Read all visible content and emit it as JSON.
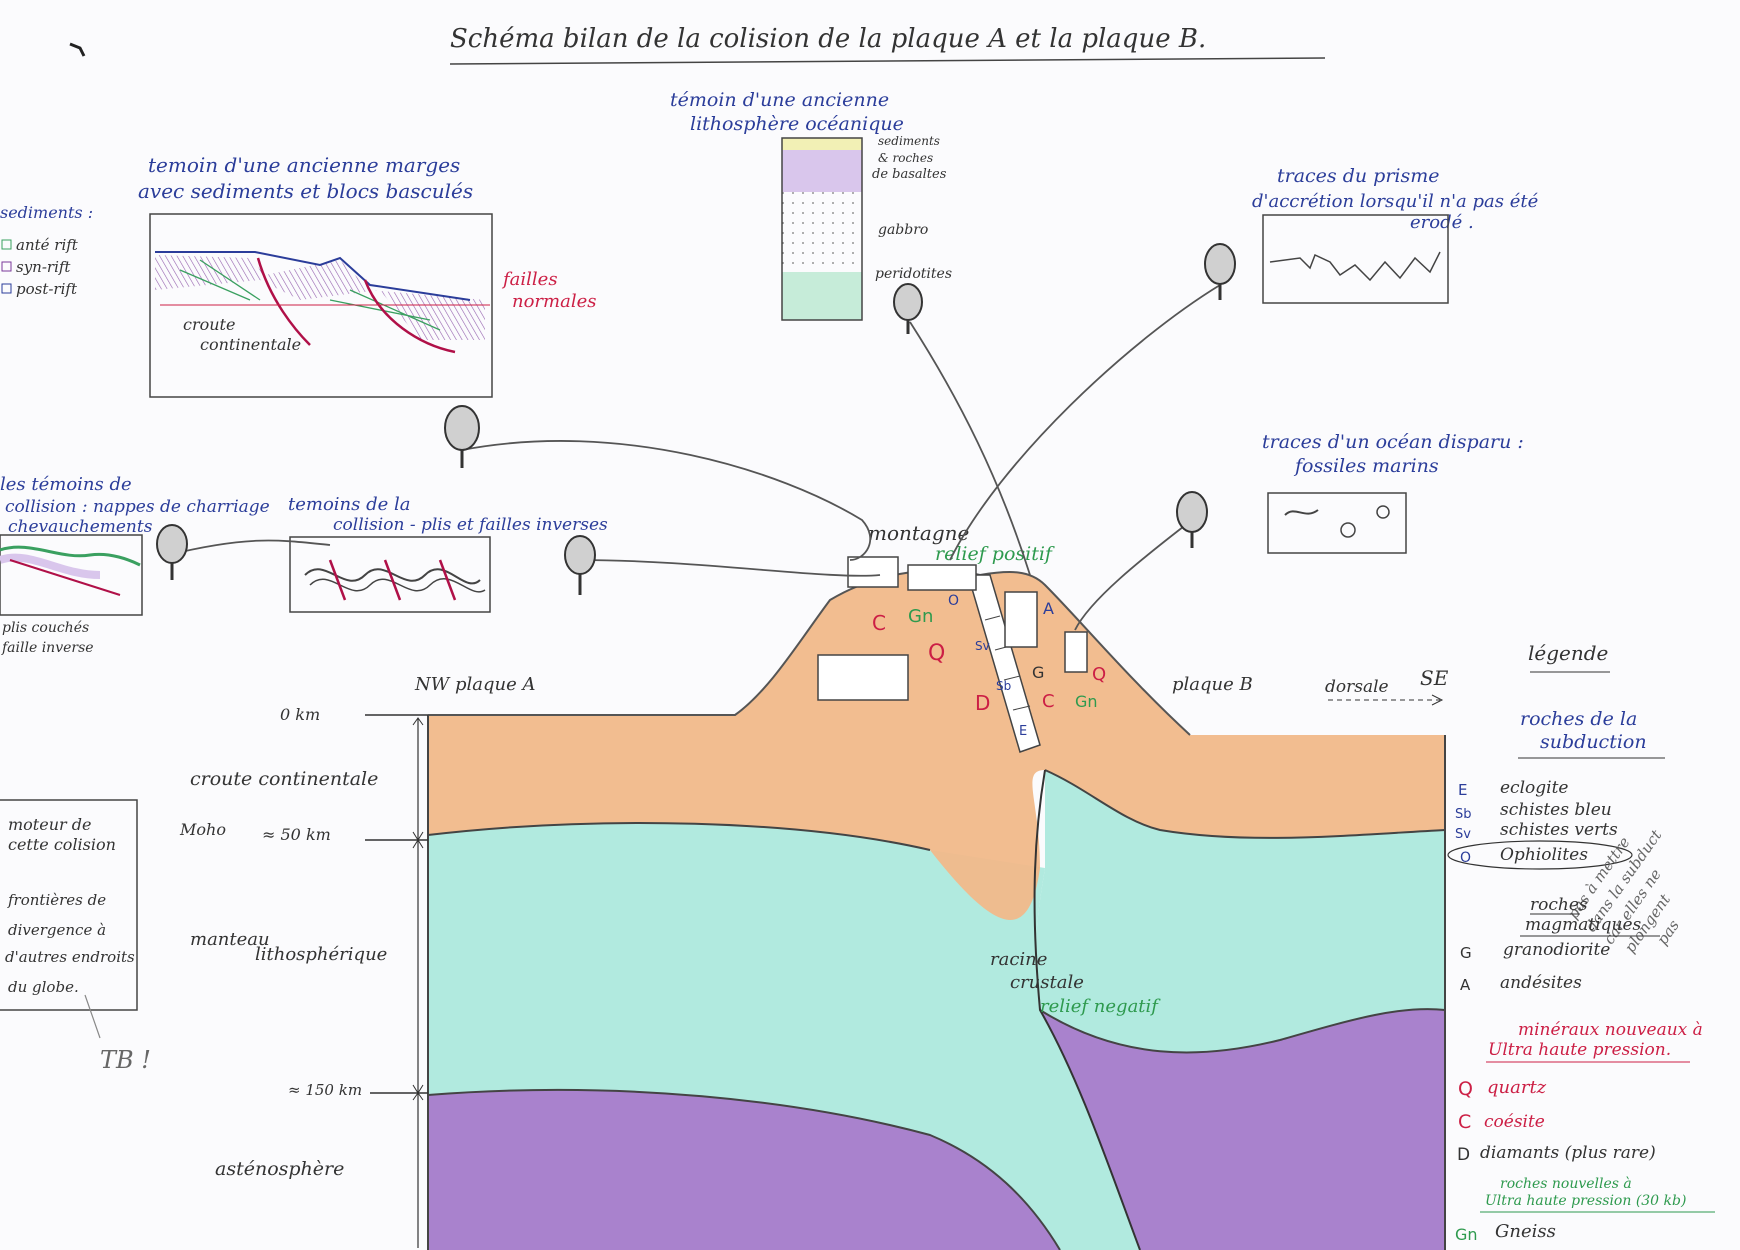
{
  "title": "Schéma bilan de la colision de la plaque A et la plaque B.",
  "colors": {
    "crust": "#f1b98a",
    "mantle": "#a8e8dc",
    "asthenosphere": "#9a6cc4",
    "ink_blue": "#2b3d9a",
    "ink_red": "#cc1f45",
    "ink_green": "#2e9a4e"
  },
  "boxes": {
    "margin": {
      "title_l1": "temoin d'une ancienne marges",
      "title_l2": "avec sediments et blocs basculés",
      "label_l1": "croute",
      "label_l2": "continentale",
      "faults_l1": "failles",
      "faults_l2": "normales"
    },
    "sediments_legend": {
      "title": "sediments :",
      "items": [
        "anté rift",
        "syn-rift",
        "post-rift"
      ]
    },
    "ophiolite": {
      "title_l1": "témoin d'une ancienne",
      "title_l2": "lithosphère océanique",
      "layers": [
        "sediments",
        "& roches",
        "de basaltes",
        "gabbro",
        "peridotites"
      ]
    },
    "prism": {
      "title_l1": "traces du prisme",
      "title_l2": "d'accrétion lorsqu'il n'a pas été",
      "title_l3": "erodé ."
    },
    "ocean": {
      "title_l1": "traces d'un océan disparu :",
      "title_l2": "fossiles marins"
    },
    "collision_left": {
      "title_l1": "les témoins de",
      "title_l2": "collision : nappes de charriage",
      "title_l3": "chevauchements",
      "label_l1": "plis couchés",
      "label_l2": "faille inverse"
    },
    "collision_mid": {
      "title_l1": "temoins de la",
      "title_l2": "collision - plis et failles inverses"
    },
    "left_note": {
      "lines": [
        "moteur de",
        "cette colision",
        "",
        "frontières de",
        "divergence à",
        "d'autres endroits",
        "du globe."
      ],
      "grade": "TB !"
    }
  },
  "section": {
    "mountain": "montagne",
    "relief_pos": "relief positif",
    "nw": "NW plaque A",
    "se_plate": "plaque B",
    "se_dir": "dorsale",
    "se": "SE",
    "root": "racine",
    "root2": "crustale",
    "relief_neg": "relief negatif",
    "depth_0": "0 km",
    "depth_moho_a": "Moho",
    "depth_moho_b": "≈ 50 km",
    "depth_150": "≈ 150 km",
    "layer_crust": "croute continentale",
    "layer_mantle_1": "manteau",
    "layer_mantle_2": "lithosphérique",
    "layer_astheno": "asténosphère",
    "letters": [
      "C",
      "Gn",
      "Q",
      "O",
      "Sv",
      "Sb",
      "E",
      "D",
      "A",
      "G",
      "C",
      "Q",
      "Gn"
    ]
  },
  "legend": {
    "title": "légende",
    "subduction_title_1": "roches de la",
    "subduction_title_2": "subduction",
    "subduction": [
      {
        "code": "E",
        "label": "eclogite"
      },
      {
        "code": "Sb",
        "label": "schistes bleu"
      },
      {
        "code": "Sv",
        "label": "schistes verts"
      },
      {
        "code": "O",
        "label": "Ophiolites"
      }
    ],
    "side_note": [
      "pas à mettre",
      "dans la subduct",
      "car elles ne",
      "plongent",
      "pas"
    ],
    "magmatic_title_1": "roches",
    "magmatic_title_2": "magmatiques",
    "magmatic": [
      {
        "code": "G",
        "label": "granodiorite"
      },
      {
        "code": "A",
        "label": "andésites"
      }
    ],
    "uhp_title_1": "minéraux nouveaux à",
    "uhp_title_2": "Ultra haute pression.",
    "uhp": [
      {
        "code": "Q",
        "label": "quartz"
      },
      {
        "code": "C",
        "label": "coésite"
      },
      {
        "code": "D",
        "label": "diamants (plus rare)"
      }
    ],
    "new_rocks_1": "roches nouvelles à",
    "new_rocks_2": "Ultra haute pression (30 kb)",
    "gneiss": {
      "code": "Gn",
      "label": "Gneiss"
    }
  }
}
